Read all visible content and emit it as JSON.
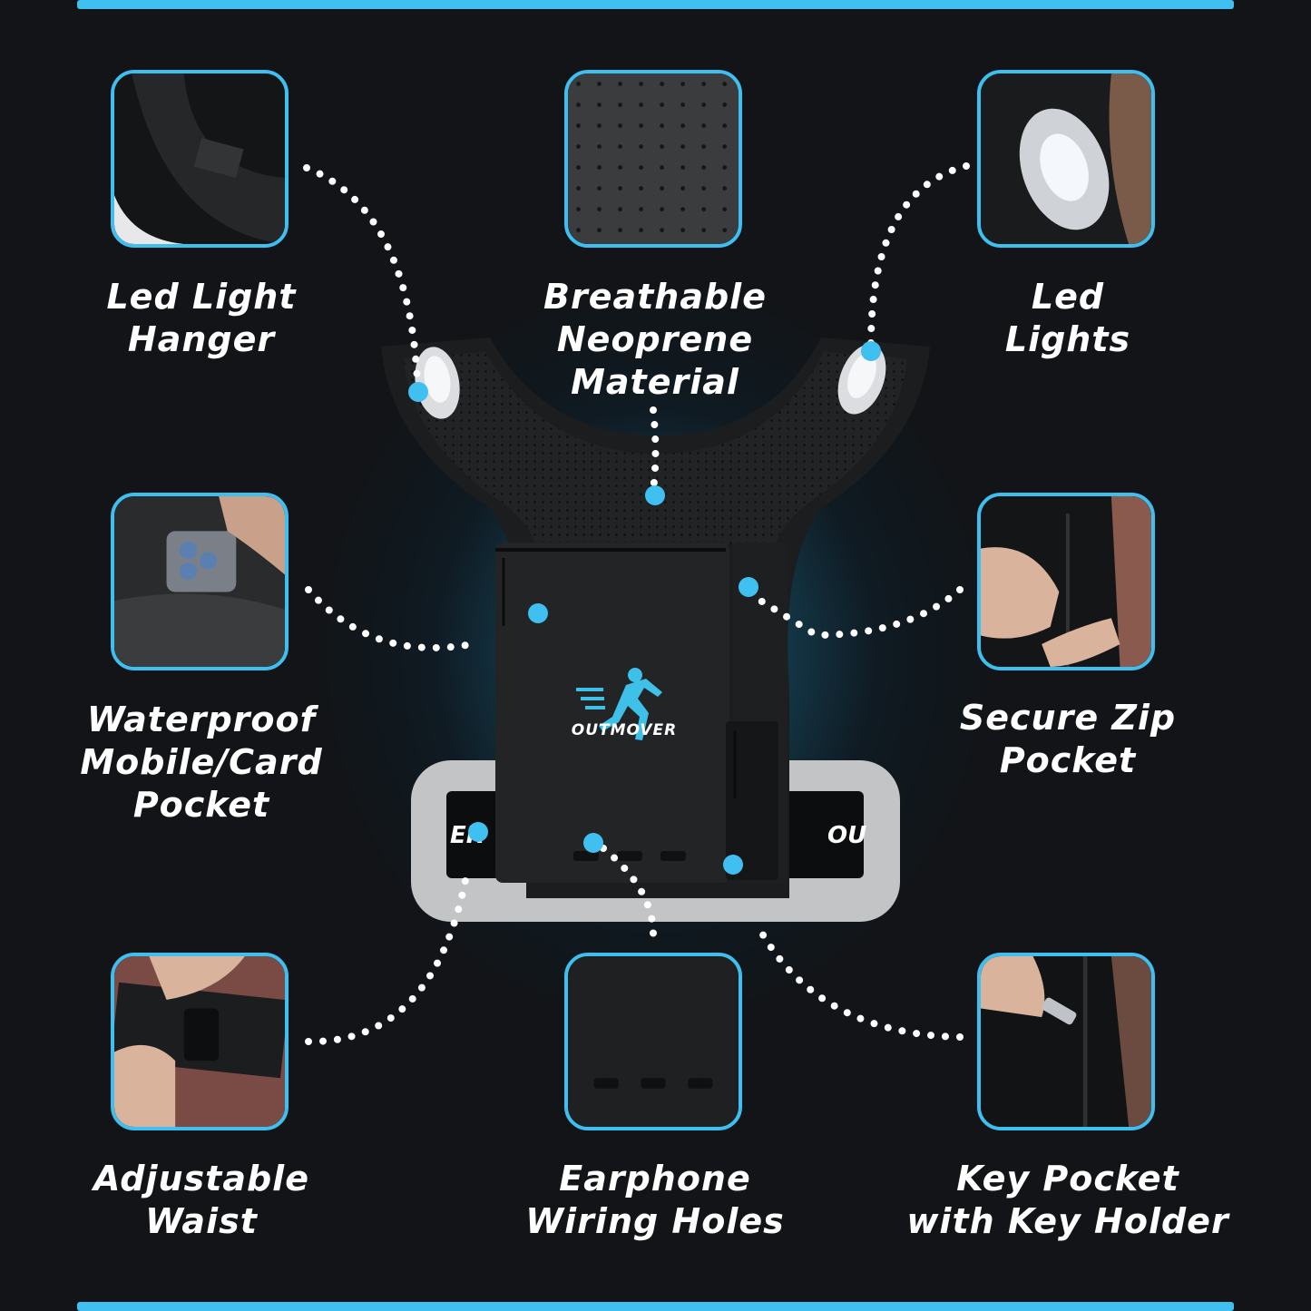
{
  "features": [
    {
      "id": "led-light-hanger",
      "label": "Led Light\nHanger"
    },
    {
      "id": "breathable-neoprene",
      "label": "Breathable\nNeoprene\nMaterial"
    },
    {
      "id": "led-lights",
      "label": "Led\nLights"
    },
    {
      "id": "waterproof-pocket",
      "label": "Waterproof\nMobile/Card\nPocket"
    },
    {
      "id": "secure-zip-pocket",
      "label": "Secure Zip\nPocket"
    },
    {
      "id": "adjustable-waist",
      "label": "Adjustable\nWaist"
    },
    {
      "id": "earphone-holes",
      "label": "Earphone\nWiring Holes"
    },
    {
      "id": "key-pocket",
      "label": "Key Pocket\nwith Key Holder"
    }
  ],
  "brand": {
    "name": "OUTMOVER",
    "strap_left": "ER",
    "strap_right": "OU"
  },
  "colors": {
    "accent": "#3fbef0",
    "background": "#131417",
    "vest": "#1b1c1e",
    "label": "#ffffff"
  }
}
